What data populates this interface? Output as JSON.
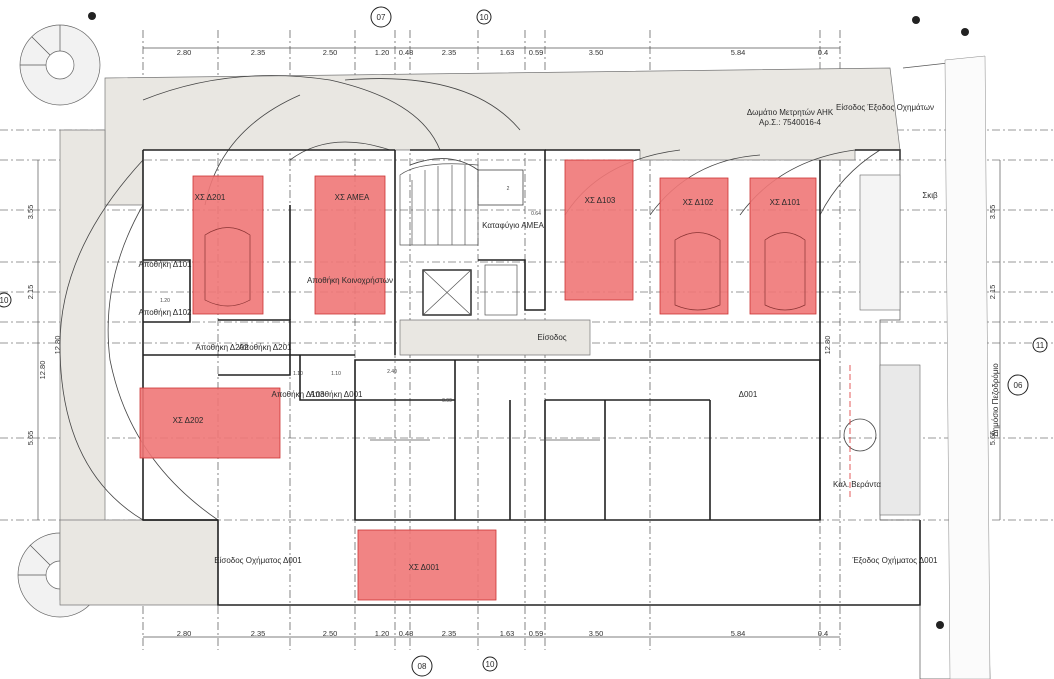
{
  "dims_top": [
    "2.80",
    "2.35",
    "2.50",
    "1.20",
    "0.48",
    "2.35",
    "1.63",
    "0.59",
    "3.50",
    "5.84",
    "0.4"
  ],
  "dims_bottom": [
    "2.80",
    "2.35",
    "2.50",
    "1.20",
    "0.48",
    "2.35",
    "1.63",
    "0.59",
    "3.50",
    "5.84",
    "0.4"
  ],
  "dims_left": [
    "3.55",
    "2.15",
    "5.65"
  ],
  "dims_right": [
    "3.55",
    "2.15",
    "5.65"
  ],
  "markers": {
    "top": "07",
    "bottom": "08",
    "right": "06",
    "top_small": "10",
    "left_small": "10",
    "right_small": "11",
    "side_left_a": "12.80",
    "side_left_b": "12.80",
    "side_right_a": "12.80"
  },
  "rooms": {
    "meter_room": "Δωμάτιο Μετρητών ΑΗΚ",
    "meter_ref": "Αρ.Σ.: 7540016-4",
    "entry_exit": "Είσοδος Έξοδος Οχημάτων",
    "staircase": "Καταφύγιο ΑΜΕΑ",
    "store_common": "Αποθήκη Κοινοχρήστων",
    "store_101": "Αποθήκη Δ101",
    "store_102": "Αποθήκη Δ102",
    "store_202": "Αποθήκη Δ202",
    "store_201": "Αποθήκη Δ201",
    "store_103": "Αποθήκη Δ103",
    "store_001": "Αποθήκη Δ001",
    "entrance": "Είσοδος",
    "apt": "Δ001",
    "veranda": "Καλ. Βεράντα",
    "entry_left": "Είσοδος Οχήματος Δ001",
    "entry_right": "Έξοδος Οχήματος Δ001",
    "street": "Δημόσιο Πεζοδρόμιο",
    "skip": "Σκιβ"
  },
  "parking": {
    "p201": "ΧΣ Δ201",
    "pamea": "ΧΣ ΑΜΕΑ",
    "p103": "ΧΣ Δ103",
    "p102": "ΧΣ Δ102",
    "p101": "ΧΣ Δ101",
    "p202": "ΧΣ Δ202",
    "p001": "ΧΣ Δ001"
  },
  "small_dims": {
    "d120": "1.20",
    "d064": "0.64",
    "d110a": "1.10",
    "d110b": "1.10",
    "d240": "2.40",
    "d099": "0.99"
  },
  "colors": {
    "parking": "#f07777",
    "parking_light": "#f6a0a0",
    "ramp": "#e9e7e2",
    "wall": "#222222"
  }
}
